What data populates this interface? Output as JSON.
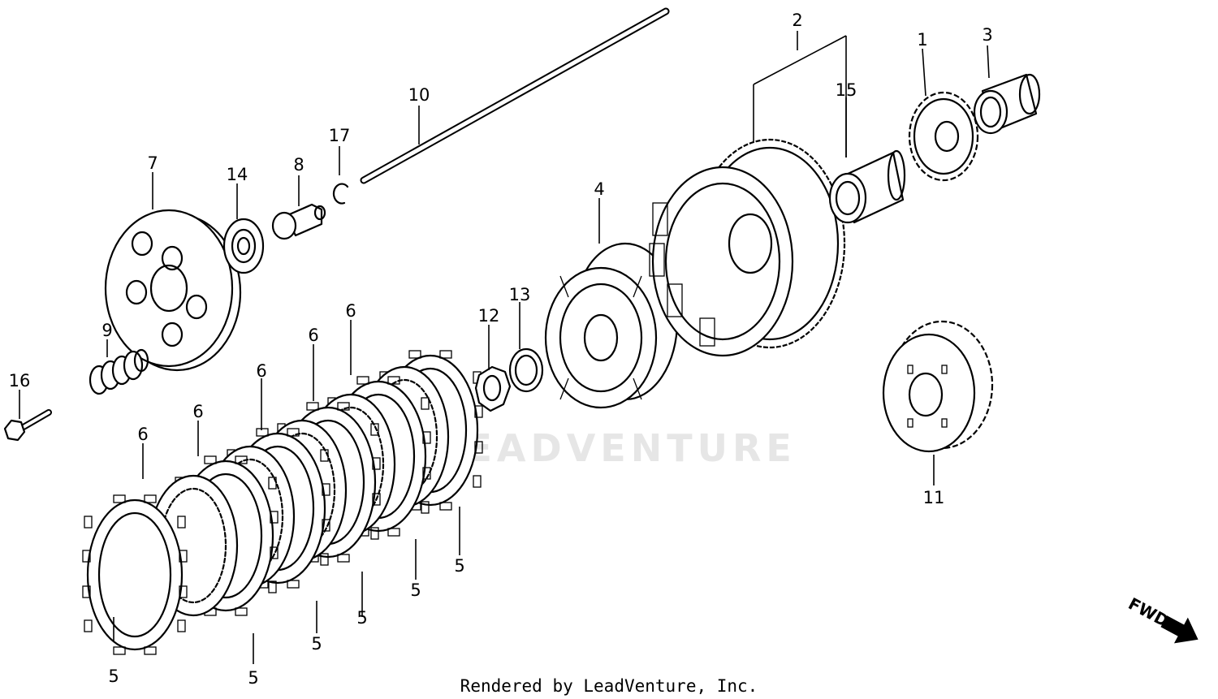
{
  "watermark": "LEADVENTURE",
  "credit": "Rendered by LeadVenture, Inc.",
  "direction_label": "FWD",
  "callouts": {
    "c1": "1",
    "c2": "2",
    "c3": "3",
    "c4": "4",
    "c5a": "5",
    "c5b": "5",
    "c5c": "5",
    "c5d": "5",
    "c5e": "5",
    "c5f": "5",
    "c6a": "6",
    "c6b": "6",
    "c6c": "6",
    "c6d": "6",
    "c6e": "6",
    "c7": "7",
    "c8": "8",
    "c9": "9",
    "c10": "10",
    "c11": "11",
    "c12": "12",
    "c13": "13",
    "c14": "14",
    "c15": "15",
    "c16": "16",
    "c17": "17"
  }
}
